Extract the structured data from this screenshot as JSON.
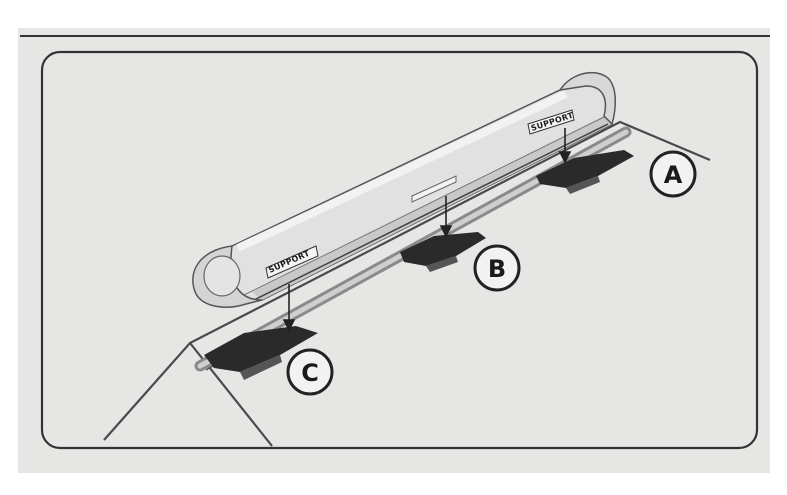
{
  "figure": {
    "support_label": "SUPPORT",
    "callouts": {
      "a": "A",
      "b": "B",
      "c": "C"
    }
  }
}
